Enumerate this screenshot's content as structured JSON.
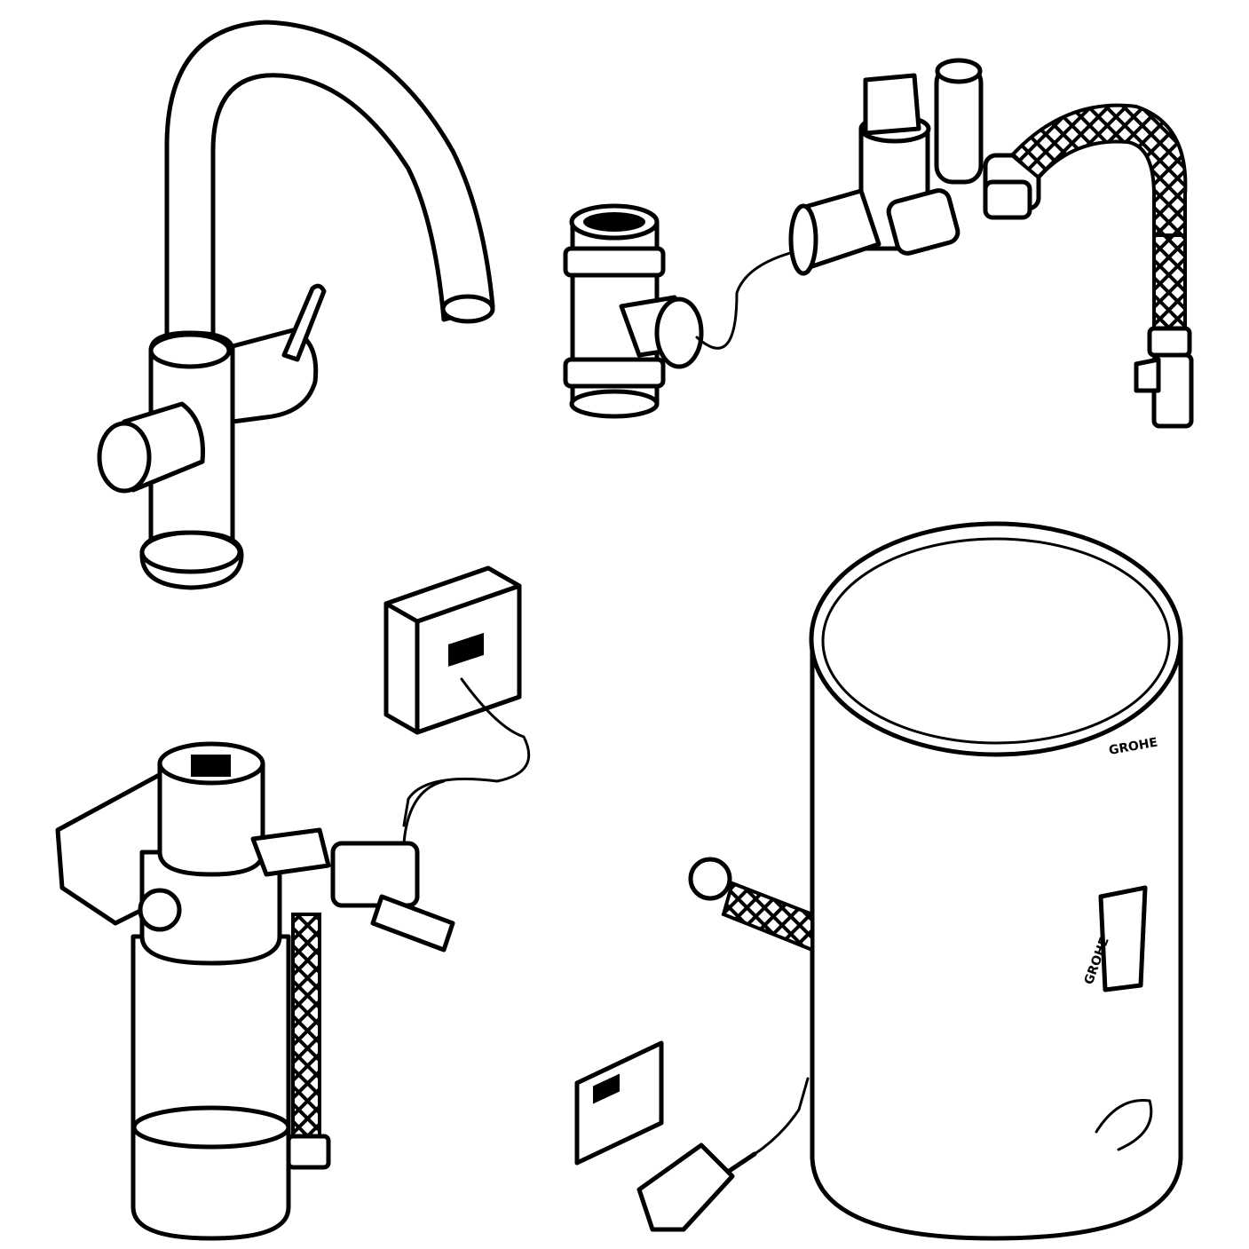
{
  "figure": {
    "components": [
      {
        "id": "faucet",
        "label": ""
      },
      {
        "id": "tee-connector",
        "label": ""
      },
      {
        "id": "valve-assembly",
        "label": ""
      },
      {
        "id": "filter-indicator",
        "label": ""
      },
      {
        "id": "filter-unit",
        "label": ""
      },
      {
        "id": "boiler",
        "label": ""
      },
      {
        "id": "power-plug",
        "label": ""
      },
      {
        "id": "instruction-sticker",
        "label": ""
      }
    ],
    "boiler_logo": "GROHE",
    "line_color": "#000000",
    "background_color": "#ffffff"
  }
}
